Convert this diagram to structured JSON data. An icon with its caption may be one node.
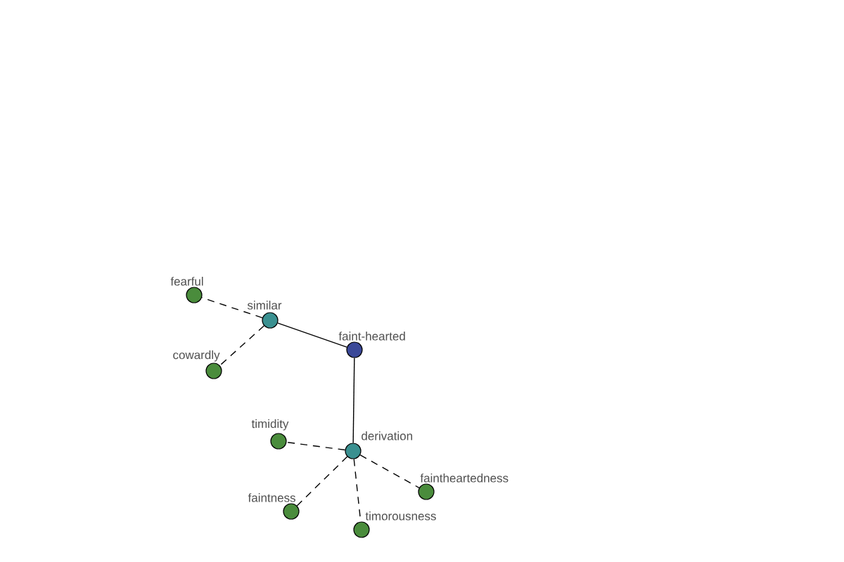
{
  "diagram": {
    "nodes": [
      {
        "text": [
          "fearful"
        ]
      },
      {
        "text": [
          "similar"
        ]
      },
      {
        "text": [
          "faint-hearted"
        ]
      },
      {
        "text": [
          "cowardly"
        ]
      },
      {
        "text": [
          "timidity"
        ]
      },
      {
        "text": [
          "derivation"
        ]
      },
      {
        "text": [
          "faintheartedness"
        ]
      },
      {
        "text": [
          "faintness"
        ]
      },
      {
        "text": [
          "timorousness"
        ]
      }
    ],
    "edges": [
      {
        "from": 2,
        "to": 1,
        "arrow": "none"
      },
      {
        "from": 2,
        "to": 5,
        "arrow": "none"
      },
      {
        "from": 1,
        "to": 0,
        "arrow": "none",
        "style": "dashed"
      },
      {
        "from": 1,
        "to": 3,
        "arrow": "none",
        "style": "dashed"
      },
      {
        "from": 5,
        "to": 4,
        "arrow": "none",
        "style": "dashed"
      },
      {
        "from": 5,
        "to": 6,
        "arrow": "none",
        "style": "dashed"
      },
      {
        "from": 5,
        "to": 7,
        "arrow": "none",
        "style": "dashed"
      },
      {
        "from": 5,
        "to": 8,
        "arrow": "none",
        "style": "dashed"
      }
    ]
  }
}
